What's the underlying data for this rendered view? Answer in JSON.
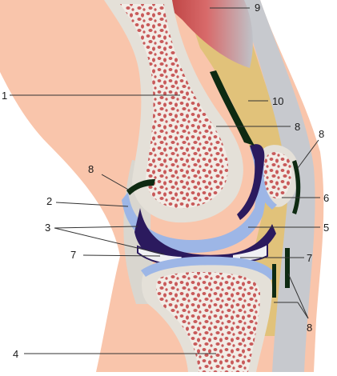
{
  "diagram": {
    "labels": {
      "femur": "1",
      "joint_capsule": "2",
      "articular_cartilage": "3",
      "femur_shaft_lower": "4",
      "synovial_cavity": "5",
      "patella": "6",
      "meniscus_left": "7",
      "meniscus_right": "7",
      "quadriceps_muscle": "9",
      "quadriceps_tendon": "10",
      "ligament_top": "8",
      "ligament_upper_left": "8",
      "ligament_patella": "8",
      "ligament_bottom": "8"
    },
    "colors": {
      "skin": "#f9c5ab",
      "bone_outer": "#e4e0d8",
      "marrow_dots": "#c85a5a",
      "cartilage": "#9db6e6",
      "synovium": "#2b1a5e",
      "fat": "#e1c27a",
      "muscle": "#c94b4b",
      "tendon": "#bfc2c8",
      "ligament": "#0e2a12"
    }
  }
}
